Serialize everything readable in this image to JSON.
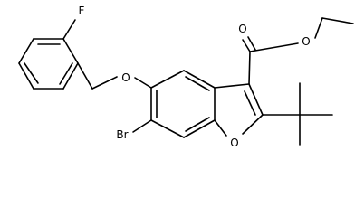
{
  "structure": {
    "atom_labels": {
      "fluorine": "F",
      "ether_oxygen": "O",
      "bromine": "Br",
      "furan_oxygen": "O",
      "carbonyl_oxygen": "O",
      "ester_oxygen": "O"
    }
  }
}
